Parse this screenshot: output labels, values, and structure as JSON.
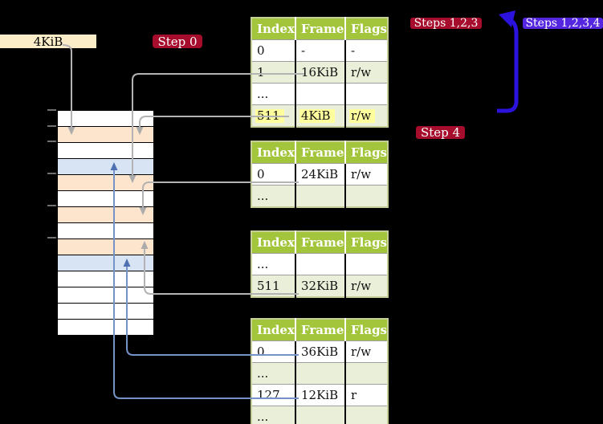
{
  "colors": {
    "background": "#000000",
    "mem_label_bg": "#FAEDC8",
    "badge_red": "#A60D2C",
    "badge_violet": "#5526DF",
    "table_header_bg": "#A3C53C",
    "table_border": "#C4CE96",
    "row_shade": "#E9EFD8",
    "highlight": "#FFFF9E",
    "frame_orange": "#FCE4CD",
    "frame_blue": "#D8E4F3",
    "frame_white": "#FFFFFF",
    "arrow_gray": "#B3B3B3",
    "arrow_blue": "#7493C6",
    "arrow_big_blue": "#2B12DC",
    "tick_gray": "#6F6F6F"
  },
  "mem_label": {
    "text": "4KiB"
  },
  "badges": {
    "step0": {
      "label": "Step 0"
    },
    "steps123": {
      "label": "Steps 1,2,3"
    },
    "steps1234": {
      "label": "Steps 1,2,3,4"
    },
    "step4": {
      "label": "Step 4"
    }
  },
  "tables": {
    "headers": [
      "Index",
      "Frame",
      "Flags"
    ],
    "t1": {
      "rows": [
        [
          "0",
          "-",
          "-"
        ],
        [
          "1",
          "16KiB",
          "r/w"
        ],
        [
          "...",
          "",
          ""
        ],
        [
          "511",
          "4KiB",
          "r/w"
        ]
      ]
    },
    "t2": {
      "rows": [
        [
          "0",
          "24KiB",
          "r/w"
        ],
        [
          "...",
          "",
          ""
        ]
      ]
    },
    "t3": {
      "rows": [
        [
          "...",
          "",
          ""
        ],
        [
          "511",
          "32KiB",
          "r/w"
        ]
      ]
    },
    "t4": {
      "rows": [
        [
          "0",
          "36KiB",
          "r/w"
        ],
        [
          "...",
          "",
          ""
        ],
        [
          "127",
          "12KiB",
          "r"
        ],
        [
          "...",
          "",
          ""
        ]
      ]
    }
  },
  "memory": {
    "rows": [
      {
        "fill": "#FFFFFF"
      },
      {
        "fill": "#FCE4CD"
      },
      {
        "fill": "#FFFFFF"
      },
      {
        "fill": "#D8E4F3"
      },
      {
        "fill": "#FCE4CD"
      },
      {
        "fill": "#FFFFFF"
      },
      {
        "fill": "#FCE4CD"
      },
      {
        "fill": "#FFFFFF"
      },
      {
        "fill": "#FCE4CD"
      },
      {
        "fill": "#D8E4F3"
      },
      {
        "fill": "#FFFFFF"
      },
      {
        "fill": "#FFFFFF"
      },
      {
        "fill": "#FFFFFF"
      },
      {
        "fill": "#FFFFFF"
      }
    ]
  }
}
